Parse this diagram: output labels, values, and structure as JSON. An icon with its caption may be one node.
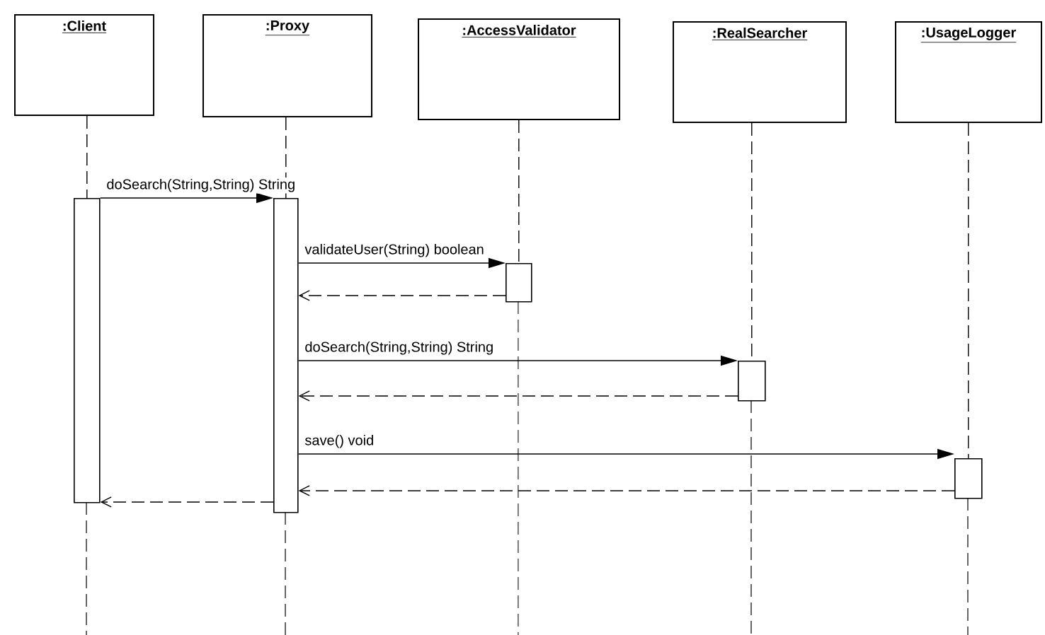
{
  "diagram": {
    "nodes": [
      {
        "text": [
          ":Client"
        ]
      },
      {
        "text": [
          ":Proxy"
        ]
      },
      {
        "text": [
          ":AccessValidator"
        ]
      },
      {
        "text": [
          ":RealSearcher"
        ]
      },
      {
        "text": [
          ":UsageLogger"
        ]
      },
      {
        "text": [],
        "shape": "bar"
      },
      {
        "text": [],
        "shape": "bar"
      },
      {
        "text": [],
        "shape": "bar"
      },
      {
        "text": [],
        "shape": "bar"
      },
      {
        "text": [],
        "shape": "bar"
      }
    ],
    "edges": [
      {
        "from": 0,
        "to": 5,
        "arrow": "none",
        "style": "dashed"
      },
      {
        "from": 1,
        "to": 6,
        "arrow": "none",
        "style": "dashed"
      },
      {
        "from": 2,
        "to": 7,
        "arrow": "none",
        "style": "dashed"
      },
      {
        "from": 3,
        "to": 8,
        "arrow": "none",
        "style": "dashed"
      },
      {
        "from": 4,
        "to": 9,
        "arrow": "none",
        "style": "dashed"
      },
      {
        "from": 5,
        "to": 6,
        "arrow": "to",
        "label": "doSearch(String,String) String"
      },
      {
        "from": 6,
        "to": 7,
        "arrow": "to",
        "label": "validateUser(String) boolean"
      },
      {
        "from": 7,
        "to": 6,
        "arrow": "to",
        "style": "dashed"
      },
      {
        "from": 6,
        "to": 8,
        "arrow": "to",
        "label": "doSearch(String,String) String"
      },
      {
        "from": 8,
        "to": 6,
        "arrow": "to",
        "style": "dashed"
      },
      {
        "from": 6,
        "to": 9,
        "arrow": "to",
        "label": "save() void"
      },
      {
        "from": 9,
        "to": 6,
        "arrow": "to",
        "style": "dashed"
      },
      {
        "from": 6,
        "to": 5,
        "arrow": "to",
        "style": "dashed"
      }
    ]
  }
}
